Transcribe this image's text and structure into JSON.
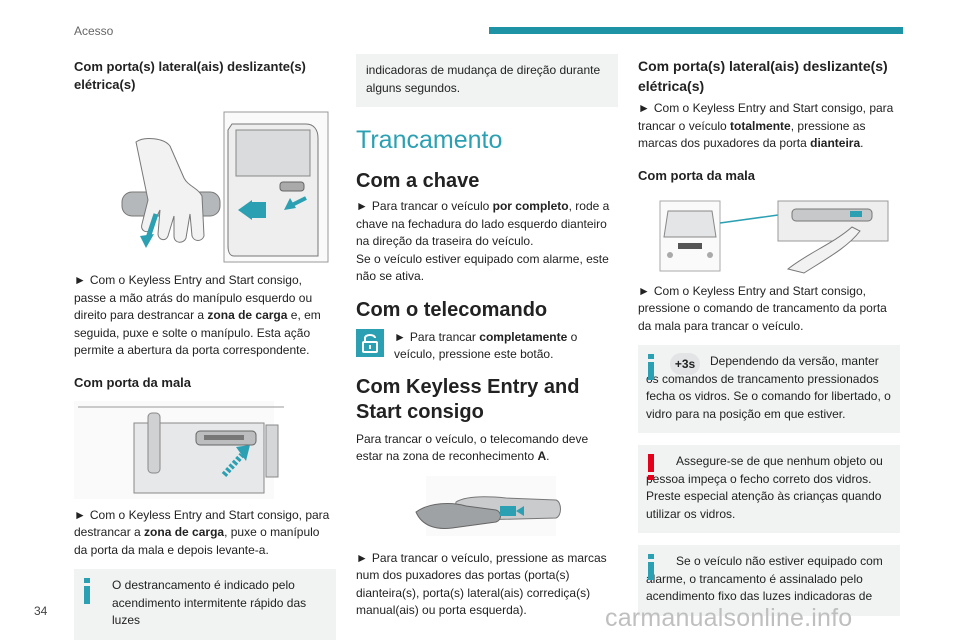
{
  "header": {
    "section": "Acesso"
  },
  "page_number": "34",
  "watermark": "carmanualsonline.info",
  "col1": {
    "sub1": "Com porta(s) lateral(ais) deslizante(s) elétrica(s)",
    "p1": {
      "arrow": "►",
      "a": "Com o Keyless Entry and Start consigo, passe a mão atrás do manípulo esquerdo ou direito para destrancar a ",
      "b1": "zona de carga",
      "c": " e, em seguida, puxe e solte o manípulo. Esta ação permite a abertura da porta correspondente."
    },
    "sub2": "Com porta da mala",
    "p2": {
      "arrow": "►",
      "a": "Com o Keyless Entry and Start consigo, para destrancar a ",
      "b1": "zona de carga",
      "c": ", puxe o manípulo da porta da mala e depois levante-a."
    },
    "info1": "O destrancamento é indicado pelo acendimento intermitente rápido das luzes"
  },
  "col2": {
    "info_cont": "indicadoras de mudança de direção durante alguns segundos.",
    "h_lock": "Trancamento",
    "h_key": "Com a chave",
    "p_key": {
      "arrow": "►",
      "a": "Para trancar o veículo ",
      "b1": "por completo",
      "c": ", rode a chave na fechadura do lado esquerdo dianteiro na direção da traseira do veículo."
    },
    "p_key2": "Se o veículo estiver equipado com alarme, este não se ativa.",
    "h_remote": "Com o telecomando",
    "p_remote": {
      "arrow": "►",
      "a": "Para trancar ",
      "b1": "completamente",
      "c": " o veículo, pressione este botão."
    },
    "h_keyless_1": "Com Keyless Entry and",
    "h_keyless_2": "Start consigo",
    "p_keyless": {
      "a": "Para trancar o veículo, o telecomando deve estar na zona de reconhecimento ",
      "b1": "A",
      "c": "."
    },
    "p_keyless2": {
      "arrow": "►",
      "a": "Para trancar o veículo, pressione as marcas num dos puxadores das portas (porta(s) dianteira(s), porta(s) lateral(ais) corrediça(s) manual(ais) ou porta esquerda)."
    }
  },
  "col3": {
    "sub1": "Com porta(s) lateral(ais) deslizante(s) elétrica(s)",
    "p1": {
      "arrow": "►",
      "a": "Com o Keyless Entry and Start consigo, para trancar o veículo ",
      "b1": "totalmente",
      "c": ", pressione as marcas dos puxadores da porta ",
      "b2": "dianteira",
      "d": "."
    },
    "sub2": "Com porta da mala",
    "p2": {
      "arrow": "►",
      "a": "Com o Keyless Entry and Start consigo, pressione o comando de trancamento da porta da mala para trancar o veículo."
    },
    "info_3s_badge": "+3s",
    "info_3s": "Dependendo da versão, manter os comandos de trancamento pressionados fecha os vidros. Se o comando for libertado, o vidro para na posição em que estiver.",
    "warn": "Assegure-se de que nenhum objeto ou pessoa impeça o fecho correto dos vidros. Preste especial atenção às crianças quando utilizar os vidros.",
    "info_alarm": "Se o veículo não estiver equipado com alarme, o trancamento é assinalado pelo acendimento fixo das luzes indicadoras de"
  },
  "colors": {
    "accent": "#1e93a6",
    "info_bg": "#f1f2f2",
    "warn": "#e2001a"
  },
  "icons": [
    "info-icon",
    "warning-icon",
    "lock-icon"
  ]
}
